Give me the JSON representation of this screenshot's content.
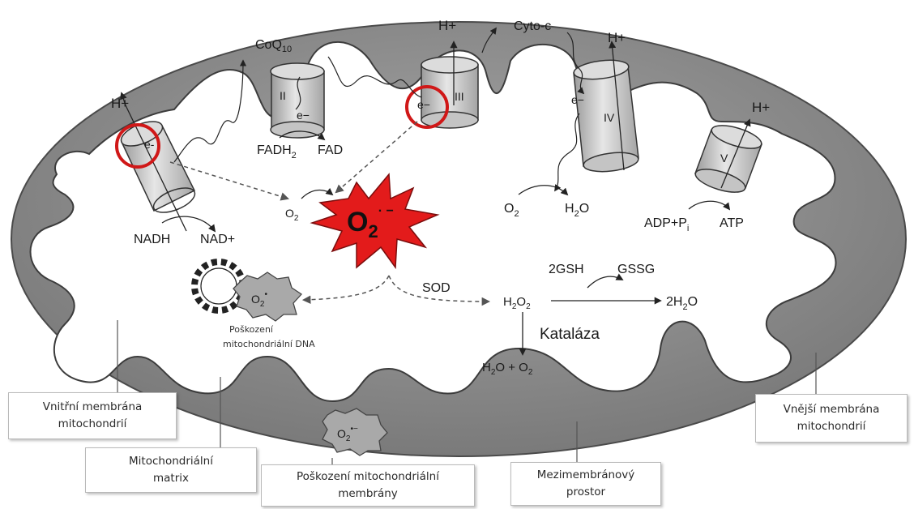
{
  "diagram": {
    "complexes": {
      "c1": {
        "h": "H+",
        "e": "e-",
        "substrate": "NADH",
        "product": "NAD+"
      },
      "c2": {
        "name": "II",
        "e": "e−",
        "substrate": "FADH",
        "substrate_sub": "2",
        "product": "FAD"
      },
      "c3": {
        "name": "III",
        "h": "H+",
        "e": "e−"
      },
      "c4": {
        "name": "IV",
        "h": "H+",
        "e": "e−"
      },
      "c5": {
        "name": "V",
        "h": "H+",
        "substrate": "ADP+P",
        "substrate_sub": "i",
        "product": "ATP"
      }
    },
    "carriers": {
      "coq": "CoQ",
      "coq_sub": "10",
      "cyto": "Cyto-c"
    },
    "reactions": {
      "o2": "O",
      "o2_sub": "2",
      "h2o": "H",
      "h2o_sub": "2",
      "h2o_end": "O",
      "star": "O",
      "star_sub": "2",
      "star_sup": "· −",
      "sod": "SOD",
      "h2o2": "H",
      "h2o2_sub1": "2",
      "h2o2_mid": "O",
      "h2o2_sub2": "2",
      "gsh": "2GSH",
      "gssg": "GSSG",
      "twoh2o": "2H",
      "twoh2o_sub": "2",
      "twoh2o_end": "O",
      "katalaza": "Kataláza",
      "final_a": "H",
      "final_a_sub": "2",
      "final_b": "O + O",
      "final_b_sub": "2",
      "o2_left": "O",
      "o2_left_sub": "2",
      "dna_o2": "O",
      "dna_o2_sub": "2",
      "dna_o2_sup": "•",
      "mem_o2": "O",
      "mem_o2_sub": "2",
      "mem_o2_sup": "•−"
    },
    "dna_damage": [
      "Poškození",
      "mitochondriální DNA"
    ]
  },
  "labels": {
    "inner_membrane": [
      "Vnitřní membrána",
      "mitochondrií"
    ],
    "matrix": [
      "Mitochondriální",
      "matrix"
    ],
    "membrane_damage": [
      "Poškození mitochondriální",
      "membrány"
    ],
    "intermembrane": [
      "Mezimembránový",
      "prostor"
    ],
    "outer_membrane": [
      "Vnější membrána",
      "mitochondrií"
    ]
  },
  "colors": {
    "outer_fill": "#8e8e8e",
    "highlight": "#d01818",
    "ros_star": "#e31b1b",
    "cylinder": "#c8c8c8"
  }
}
